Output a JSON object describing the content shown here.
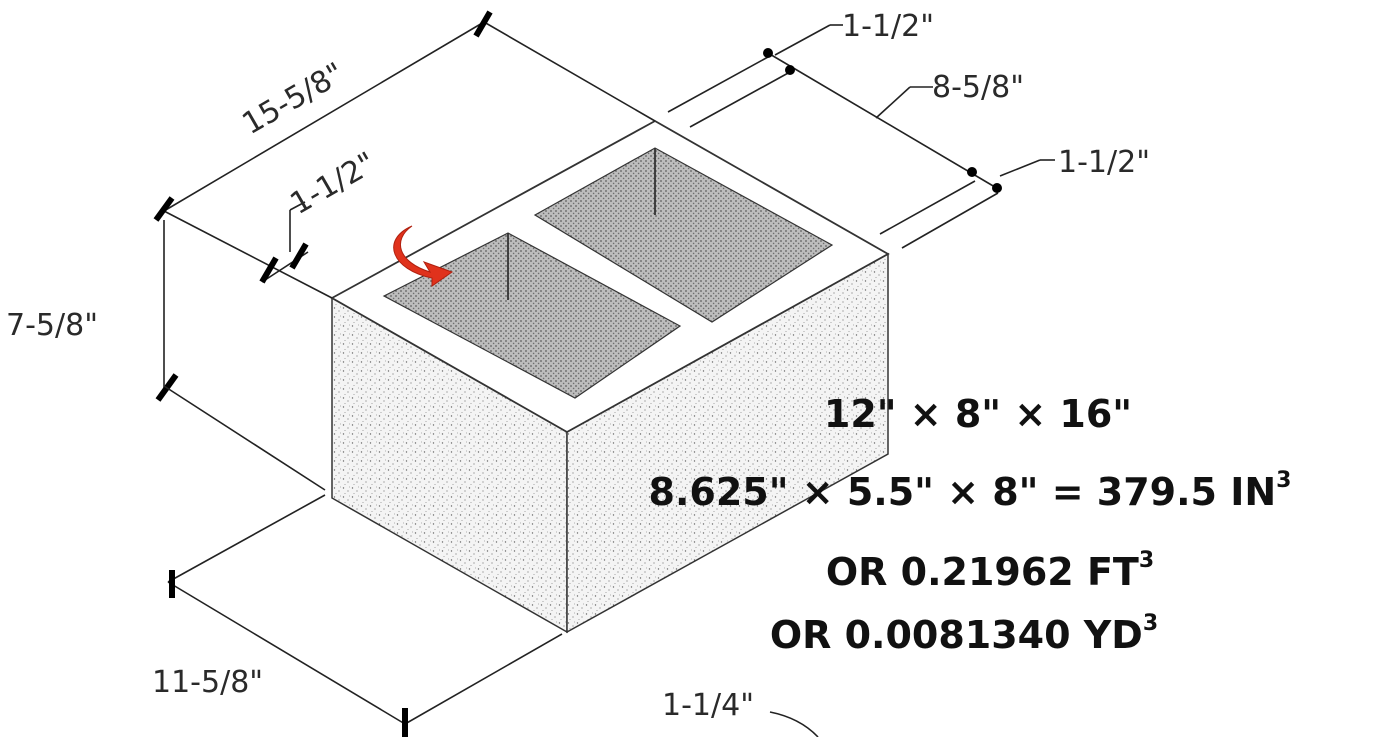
{
  "dimensions": {
    "length": "15-5/8\"",
    "width": "8-5/8\"",
    "height": "7-5/8\"",
    "depth": "11-5/8\"",
    "shell_front": "1-1/2\"",
    "shell_right_top": "1-1/2\"",
    "shell_right_bottom": "1-1/2\"",
    "web": "1-1/4\""
  },
  "calculation": {
    "nominal": "12\" × 8\" × 16\"",
    "volume_in": "8.625\" × 5.5\" × 8\" = 379.5 IN",
    "volume_ft": "OR 0.21962 FT",
    "volume_yd": "OR 0.0081340 YD",
    "exponent": "3"
  },
  "colors": {
    "arrow": "#e0321c",
    "ink": "#222222",
    "hatch": "#8a8a8a"
  },
  "icons": {
    "arrow": "curved-arrow-icon"
  }
}
